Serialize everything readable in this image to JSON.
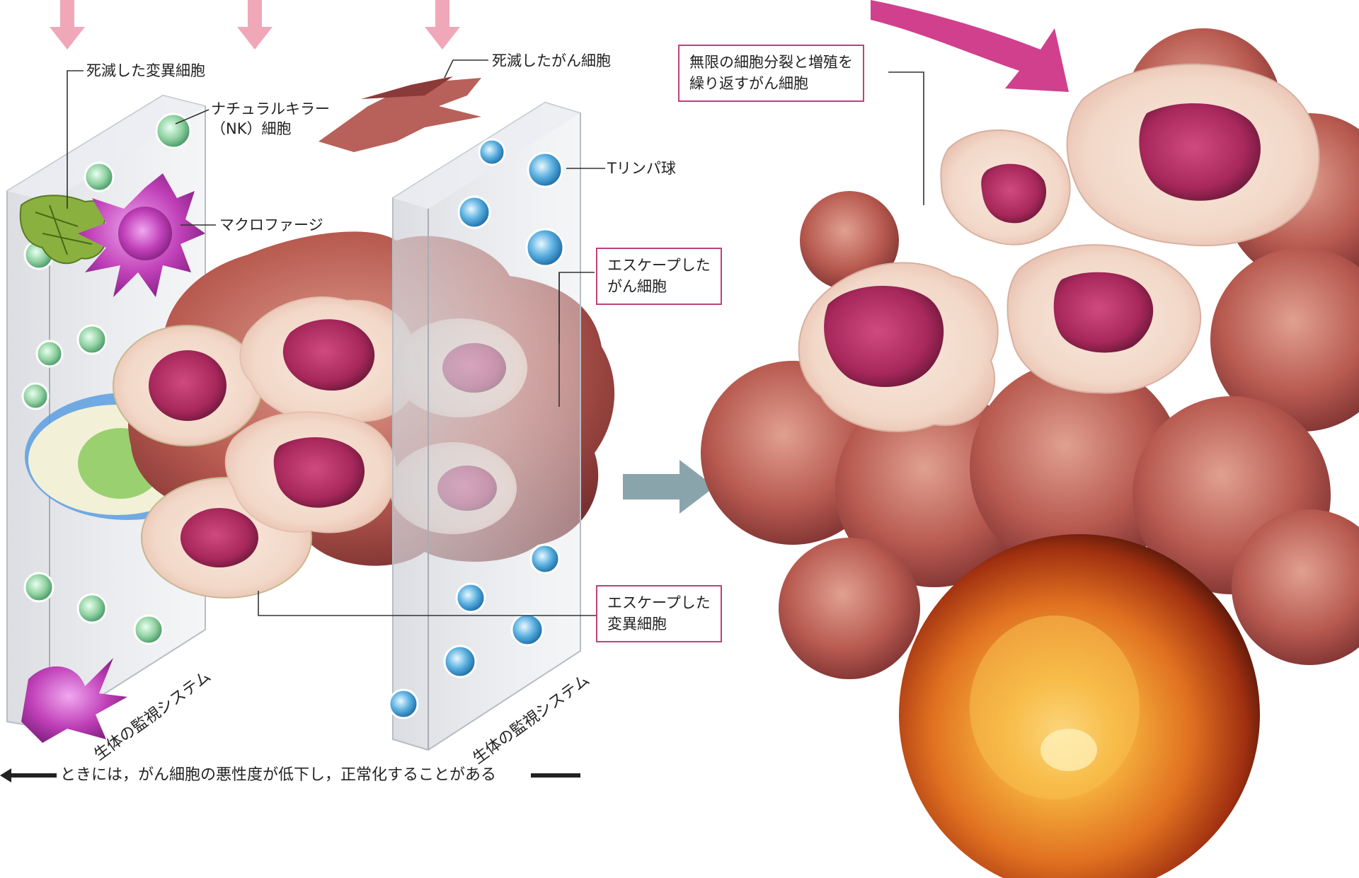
{
  "labels": {
    "dead_mutant_cell": "死滅した変異細胞",
    "nk_cell_line1": "ナチュラルキラー",
    "nk_cell_line2": "（NK）細胞",
    "macrophage": "マクロファージ",
    "dead_cancer_cell": "死滅したがん細胞",
    "t_lymphocyte": "Tリンパ球",
    "escaped_cancer_line1": "エスケープした",
    "escaped_cancer_line2": "がん細胞",
    "escaped_mutant_line1": "エスケープした",
    "escaped_mutant_line2": "変異細胞",
    "proliferating_line1": "無限の細胞分裂と増殖を",
    "proliferating_line2": "繰り返すがん細胞",
    "surveillance_system_1": "生体の監視システム",
    "surveillance_system_2": "生体の監視システム"
  },
  "caption": "ときには，がん細胞の悪性度が低下し，正常化することがある",
  "colors": {
    "callout_border": "#c0407a",
    "arrow_pink": "#f0a8b8",
    "arrow_magenta": "#d0408c",
    "arrow_gray": "#8aa4ac",
    "nucleus": "#a8285c",
    "cell_body": "#b85a50",
    "nk_cell": "#8fd0a0",
    "t_cell": "#5ab0e0",
    "macrophage": "#c040b8",
    "dead_mutant": "#8ab040",
    "endoscopy": "#e07020"
  },
  "icons": {
    "down_arrow": "down-arrow-icon",
    "right_arrow": "right-arrow-icon",
    "left_arrow": "left-arrow-icon",
    "curved_arrow": "curved-arrow-icon"
  }
}
